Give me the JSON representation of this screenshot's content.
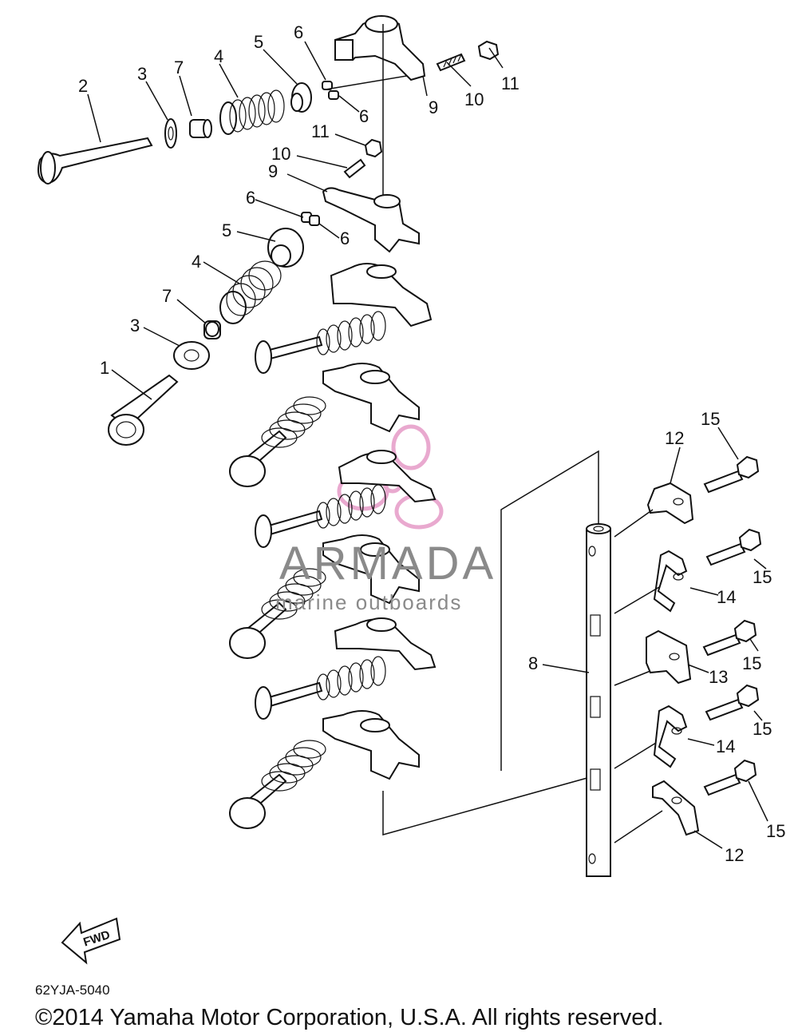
{
  "part_labels": [
    "1",
    "2",
    "3",
    "4",
    "5",
    "6",
    "7",
    "8",
    "9",
    "10",
    "11",
    "12",
    "13",
    "14",
    "15"
  ],
  "watermark": {
    "brand": "ARMADA",
    "tagline": "marine outboards",
    "logo_color": "#e9a9cf",
    "text_color": "#8a8a8a"
  },
  "fwd_badge": "FWD",
  "diagram_code": "62YJA-5040",
  "copyright": "©2014 Yamaha Motor Corporation, U.S.A. All rights reserved.",
  "colors": {
    "line": "#111111",
    "background": "#ffffff"
  }
}
